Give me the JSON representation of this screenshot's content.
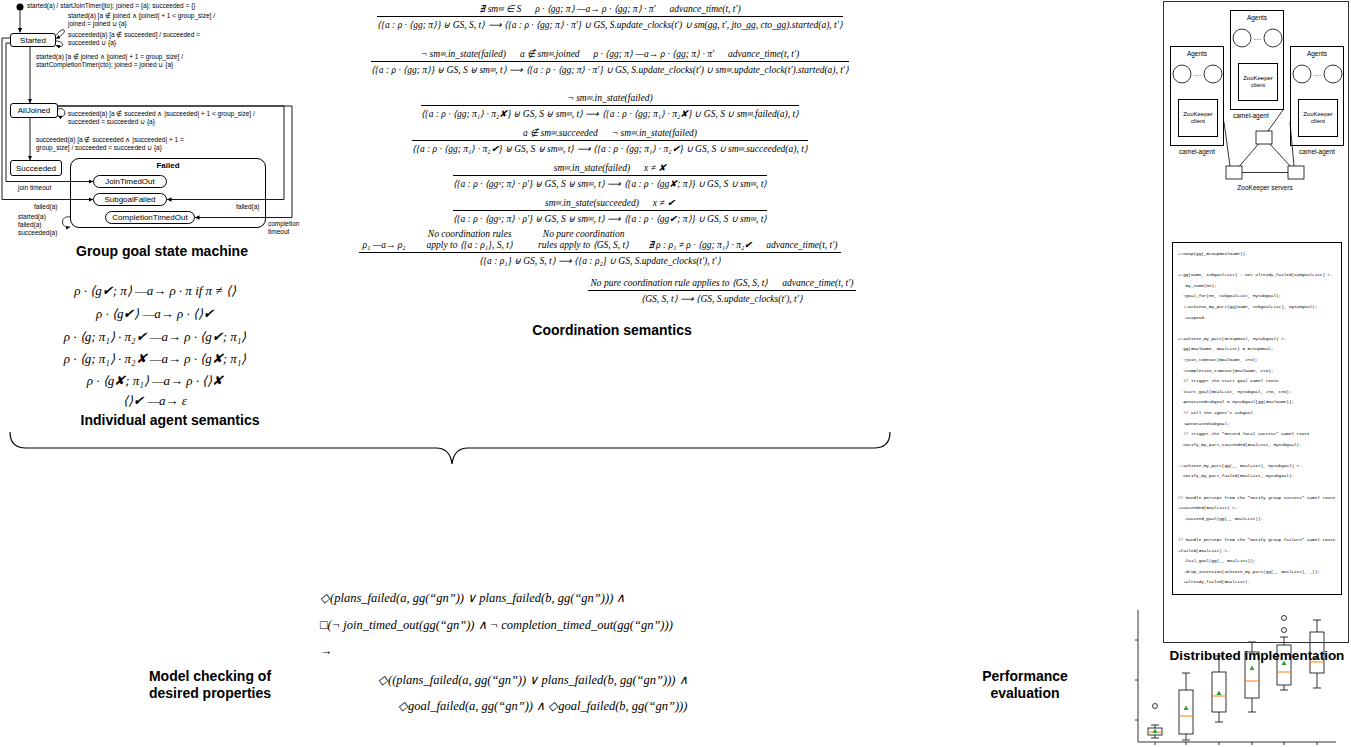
{
  "diagram": {
    "nodes": [
      {
        "text": [
          "Started"
        ]
      },
      {
        "text": [
          "AllJoined"
        ]
      },
      {
        "text": [
          "Succeeded"
        ]
      },
      {
        "text": [
          "Failed"
        ]
      },
      {
        "text": [
          "JoinTimedOut"
        ],
        "in": 3
      },
      {
        "text": [
          "SubgoalFailed"
        ],
        "in": 3
      },
      {
        "text": [
          "CompletionTimedOut"
        ],
        "in": 3
      },
      {
        "text": [
          "Distributed implementation"
        ]
      },
      {
        "text": [
          "Agents",
          "camel-agent"
        ],
        "in": 7
      },
      {
        "text": [
          "ZooKeeper client"
        ],
        "in": 8
      },
      {
        "text": [
          "Agents",
          "camel-agent"
        ],
        "in": 7
      },
      {
        "text": [
          "ZooKeeper client"
        ],
        "in": 10
      },
      {
        "text": [
          "Agents",
          "camel-agent"
        ],
        "in": 7
      },
      {
        "text": [
          "ZooKeeper client"
        ],
        "in": 12
      },
      {
        "text": [
          "+!noop(gg(_GroupGoalName)).",
          "+!gg(Name, SubgoalList) : not already_failed(SubgoalList) <-",
          "  .my_name(Me);",
          "  ?goal_for(Me, SubgoalList, MySubgoal);",
          "  !!achieve_my_part(gg(Name, SubgoalList), MySubgoal);",
          "  .suspend.",
          "+!achieve_my_part(GroupGoal, MySubgoal) <-",
          "  gg(GoalName, GoalList) = GroupGoal;",
          "  ?join_timeout(GoalName, JTO);",
          "  ?completion_timeout(GoalName, CTO);",
          "  // Trigger the Start goal Camel route",
          "  start_goal(GoalList, MySubgoal, JTO, CTO);",
          "  AnnotatedSubgoal = MySubgoal[gg(GoalName)];",
          "  // Call the agent's subgoal",
          "  !AnnotatedSubgoal;",
          "  // Trigger the \"Record local success\" Camel route",
          "  notify_my_part_succeeded(GoalList, MySubgoal).",
          "-!achieve_my_part(gg(_, GoalList), MySubgoal) <-",
          "  notify_my_part_failed(GoalList, MySubgoal).",
          "// Handle percept from the \"Notify group success\" Camel route",
          "+succeeded(GoalList) <-",
          "  .succeed_goal(gg(_, GoalList)).",
          "// Handle percept from the \"Notify group failure\" Camel route",
          "+failed(GoalList) <-",
          "  .fail_goal(gg(_, GoalList));",
          "  .drop_intention(achieve_my_part(gg(_, GoalList), _));",
          "  +already_failed(GoalList)."
        ],
        "in": 7
      }
    ],
    "edges": [
      {
        "from": 0,
        "to": 1,
        "arrow": "to",
        "label": "started(a) [a ∉ joined ∧ |joined| + 1 = group_size] / startCompletionTimer(cto); joined = joined ∪ {a}"
      },
      {
        "from": 1,
        "to": 2,
        "arrow": "to",
        "label": "succeeded(a) [a ∉ succeeded ∧ |succeeded| + 1 = group_size] / succeeded = succeeded ∪ {a}"
      },
      {
        "from": 0,
        "to": 4,
        "arrow": "to",
        "label": "join timeout"
      },
      {
        "from": 0,
        "to": 5,
        "arrow": "to",
        "label": "failed(a)"
      },
      {
        "from": 1,
        "to": 5,
        "arrow": "to",
        "label": "failed(a)"
      },
      {
        "from": 1,
        "to": 6,
        "arrow": "to",
        "label": "completion timeout"
      }
    ],
    "labels": [
      "started(a) / startJoinTimer(jto); joined = {a}; succeeded = {}",
      "started(a) [a ∉ joined ∧ |joined| + 1 < group_size] / joined = joined ∪ {a}",
      "succeeded(a) [a ∉ succeeded] / succeeded = succeeded ∪ {a}",
      "succeeded(a) [a ∉ succeeded ∧ |succeeded| + 1 < group_size] / succeeded = succeeded ∪ {a}",
      "started(a)",
      "failed(a)",
      "succeeded(a)",
      "Group goal state machine",
      "ρ · ⟨g✔; π⟩ —a→ ρ · π if π ≠ ⟨⟩",
      "ρ · ⟨g✔⟩ —a→ ρ · ⟨⟩✔",
      "ρ · ⟨g; π₁⟩ · π₂✔ —a→ ρ · ⟨g✔; π₁⟩",
      "ρ · ⟨g; π₁⟩ · π₂✘ —a→ ρ · ⟨g✘; π₁⟩",
      "ρ · ⟨g✘; π₁⟩ —a→ ρ · ⟨⟩✘",
      "⟨⟩✔ —a→ ε",
      "Individual agent semantics",
      "∄ smᵍᵍ ∈ S",
      "ρ · ⟨gg; π⟩ —a→ ρ · ⟨gg; π⟩ · π′",
      "advance_time(t, t′)",
      "⟨{a : ρ · ⟨gg; π⟩} ⊎ GS, S, t⟩ ⟶ ⟨{a : ρ · ⟨gg; π⟩ · π′} ∪ GS, S.update_clocks(t′) ∪ sm(gg, t′, jto_gg, cto_gg).started(a), t′⟩",
      "¬ smᵍᵍ.in_state(failed)",
      "a ∉ smᵍᵍ.joined",
      "ρ · ⟨gg; π⟩ —a→ ρ · ⟨gg; π⟩ · π′",
      "advance_time(t, t′)",
      "⟨{a : ρ · ⟨gg; π⟩} ⊎ GS, S ⊎ smᵍᵍ, t⟩ ⟶ ⟨{a : ρ · ⟨gg; π⟩ · π′} ∪ GS, S.update_clocks(t′) ∪ smᵍᵍ.update_clock(t′).started(a), t′⟩",
      "¬ smᵍᵍ.in_state(failed)",
      "⟨{a : ρ · ⟨gg; π₁⟩ · π₂✘} ⊎ GS, S ⊎ smᵍᵍ, t⟩ ⟶ ⟨{a : ρ · ⟨gg; π₁⟩ · π₂✘} ∪ GS, S ∪ smᵍᵍ.failed(a), t⟩",
      "a ∉ smᵍᵍ.succeeded",
      "¬ smᵍᵍ.in_state(failed)",
      "⟨{a : ρ · ⟨gg; π₁⟩ · π₂✔} ⊎ GS, S ⊎ smᵍᵍ, t⟩ ⟶ ⟨{a : ρ · ⟨gg; π₁⟩ · π₂✔} ∪ GS, S ∪ smᵍᵍ.succeeded(a), t⟩",
      "smᵍᵍ.in_state(failed)",
      "x ≠ ✘",
      "⟨{a : ρ · ⟨ggˣ; π⟩ · ρ′} ⊎ GS, S ⊎ smᵍᵍ, t⟩ ⟶ ⟨{a : ρ · ⟨gg✘; π⟩} ∪ GS, S ∪ smᵍᵍ, t⟩",
      "smᵍᵍ.in_state(succeeded)",
      "x ≠ ✔",
      "⟨{a : ρ · ⟨ggˣ; π⟩ · ρ′} ⊎ GS, S ⊎ smᵍᵍ, t⟩ ⟶ ⟨{a : ρ · ⟨gg✔; π⟩} ∪ GS, S ∪ smᵍᵍ, t⟩",
      "ρ₁ —a→ ρ₂",
      "No coordination rules apply to ⟨{a : ρ₁}, S, t⟩",
      "No pure coordination rules apply to ⟨GS, S, t⟩",
      "∄ ρ : ρ₁ ≠ ρ · ⟨gg; π₁⟩ · π₂✔",
      "advance_time(t, t′)",
      "⟨{a : ρ₁} ⊎ GS, S, t⟩ ⟶ ⟨{a : ρ₂} ∪ GS, S.update_clocks(t′), t′⟩",
      "No pure coordination rule applies to ⟨GS, S, t⟩",
      "advance_time(t, t′)",
      "⟨GS, S, t⟩ ⟶ ⟨GS, S.update_clocks(t′), t′⟩",
      "Coordination semantics",
      "…",
      "…",
      "…",
      "ZooKeeper servers",
      "◇(plans_failed(a, gg(“gn”)) ∨ plans_failed(b, gg(“gn”))) ∧",
      "□(¬ join_timed_out(gg(“gn”)) ∧ ¬ completion_timed_out(gg(“gn”)))",
      "→",
      "◇((plans_failed(a, gg(“gn”)) ∨ plans_failed(b, gg(“gn”))) ∧",
      "◇goal_failed(a, gg(“gn”)) ∧ ◇goal_failed(b, gg(“gn”)))",
      "Model checking of desired properties",
      "Performance evaluation"
    ]
  }
}
